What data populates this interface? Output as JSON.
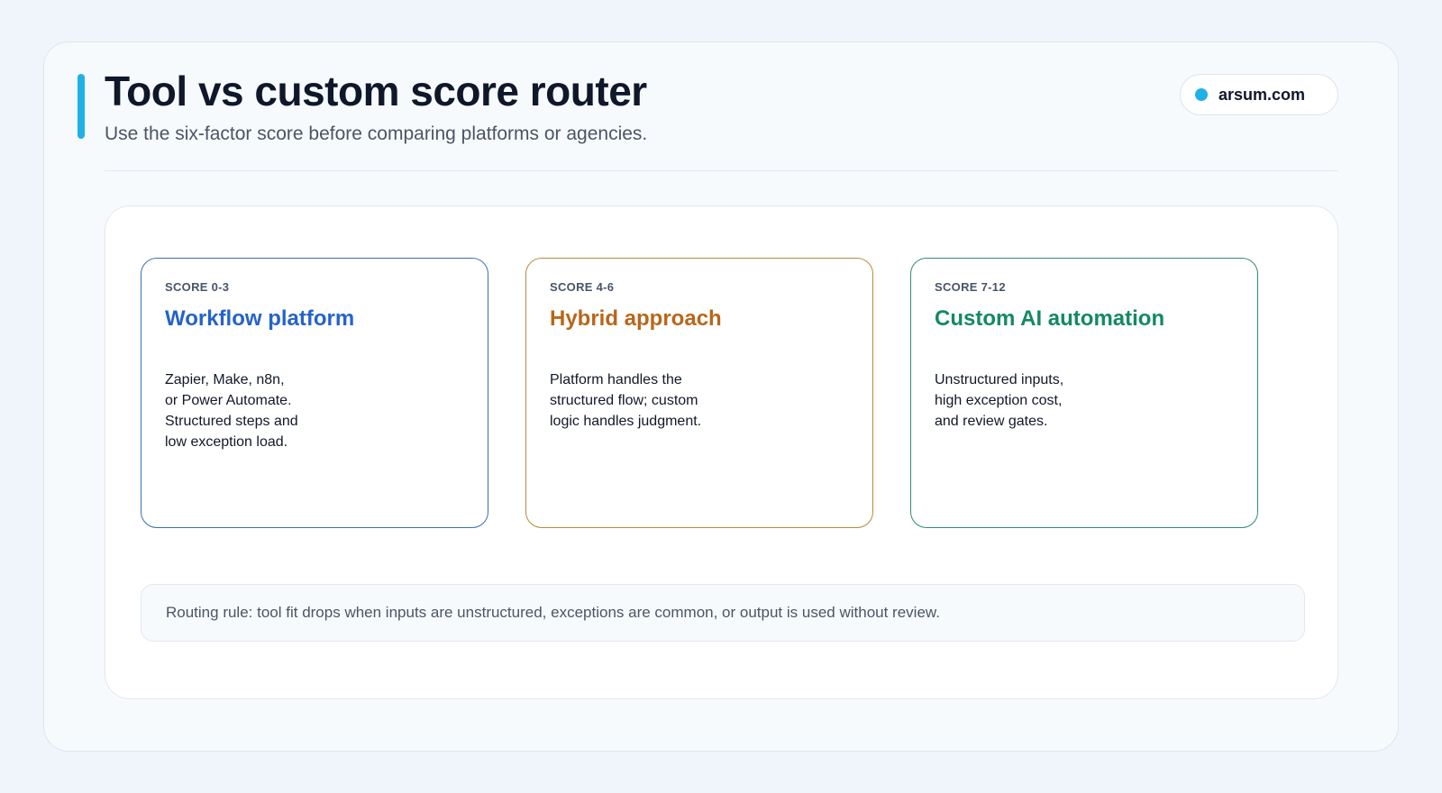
{
  "header": {
    "title": "Tool vs custom score router",
    "subtitle": "Use the six-factor score before comparing platforms or agencies.",
    "brand": "arsum.com"
  },
  "routes": [
    {
      "kicker": "SCORE 0-3",
      "title": "Workflow platform",
      "desc_lines": [
        "Zapier, Make, n8n,",
        "or Power Automate.",
        "Structured steps and",
        "low exception load."
      ],
      "color": "#2563c9",
      "border_color": "#3a6fb5"
    },
    {
      "kicker": "SCORE 4-6",
      "title": "Hybrid approach",
      "desc_lines": [
        "Platform handles the",
        "structured flow; custom",
        "logic handles judgment."
      ],
      "color": "#b8661a",
      "border_color": "#b98a3c"
    },
    {
      "kicker": "SCORE 7-12",
      "title": "Custom AI automation",
      "desc_lines": [
        "Unstructured inputs,",
        "high exception cost,",
        "and review gates."
      ],
      "color": "#138a60",
      "border_color": "#2e8f6e"
    }
  ],
  "routing_rule": "Routing rule: tool fit drops when inputs are unstructured, exceptions are common, or output is used without review.",
  "colors": {
    "accent": "#1fb1e6",
    "background": "#eff5fb"
  }
}
